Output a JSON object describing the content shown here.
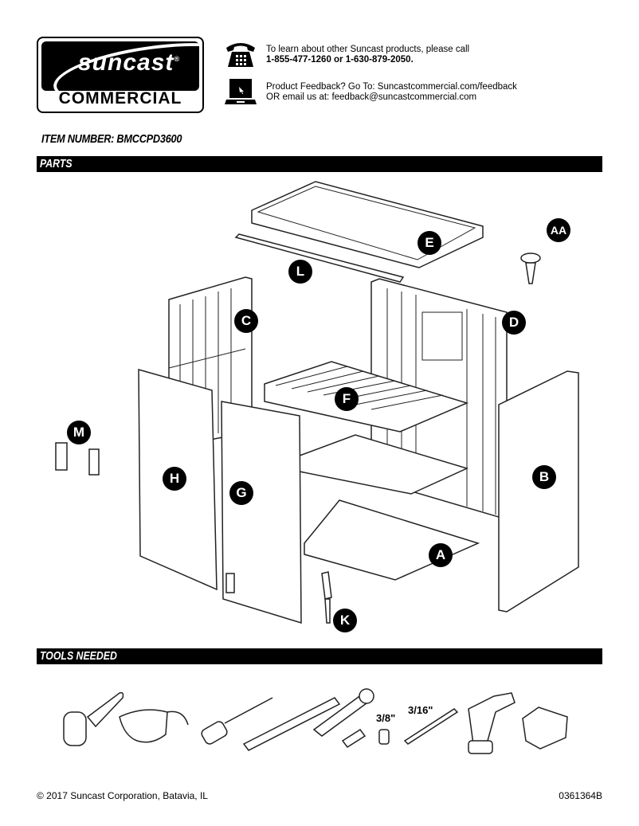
{
  "header": {
    "logo": {
      "brand": "suncast",
      "registered": "®",
      "division": "COMMERCIAL"
    },
    "contact": {
      "phone": {
        "icon": "telephone-icon",
        "line1": "To learn about other Suncast products, please call",
        "line2": "1-855-477-1260 or 1-630-879-2050."
      },
      "feedback": {
        "icon": "laptop-icon",
        "line1": "Product Feedback? Go To: Suncastcommercial.com/feedback",
        "line2": "OR email us at: feedback@suncastcommercial.com"
      }
    }
  },
  "item_number": "ITEM NUMBER: BMCCPD3600",
  "sections": {
    "parts": "PARTS",
    "tools": "TOOLS NEEDED"
  },
  "parts": [
    {
      "label": "E",
      "name": "top-panel"
    },
    {
      "label": "L",
      "name": "rail"
    },
    {
      "label": "AA",
      "name": "screw"
    },
    {
      "label": "C",
      "name": "left-side-panel"
    },
    {
      "label": "D",
      "name": "back-panel"
    },
    {
      "label": "F",
      "name": "upper-shelf"
    },
    {
      "label": "M",
      "name": "handles"
    },
    {
      "label": "H",
      "name": "left-door"
    },
    {
      "label": "G",
      "name": "right-door"
    },
    {
      "label": "B",
      "name": "right-side-panel"
    },
    {
      "label": "A",
      "name": "floor"
    },
    {
      "label": "K",
      "name": "latch"
    }
  ],
  "tools": [
    {
      "name": "rubber-mallet"
    },
    {
      "name": "safety-glasses"
    },
    {
      "name": "phillips-screwdriver"
    },
    {
      "name": "level"
    },
    {
      "name": "ratchet-with-adapter"
    },
    {
      "name": "socket",
      "size": "3/8\""
    },
    {
      "name": "drill-bit",
      "size": "3/16\""
    },
    {
      "name": "power-drill"
    },
    {
      "name": "work-gloves"
    }
  ],
  "footer": {
    "copyright": "© 2017 Suncast Corporation, Batavia, IL",
    "doc_code": "0361364B"
  }
}
